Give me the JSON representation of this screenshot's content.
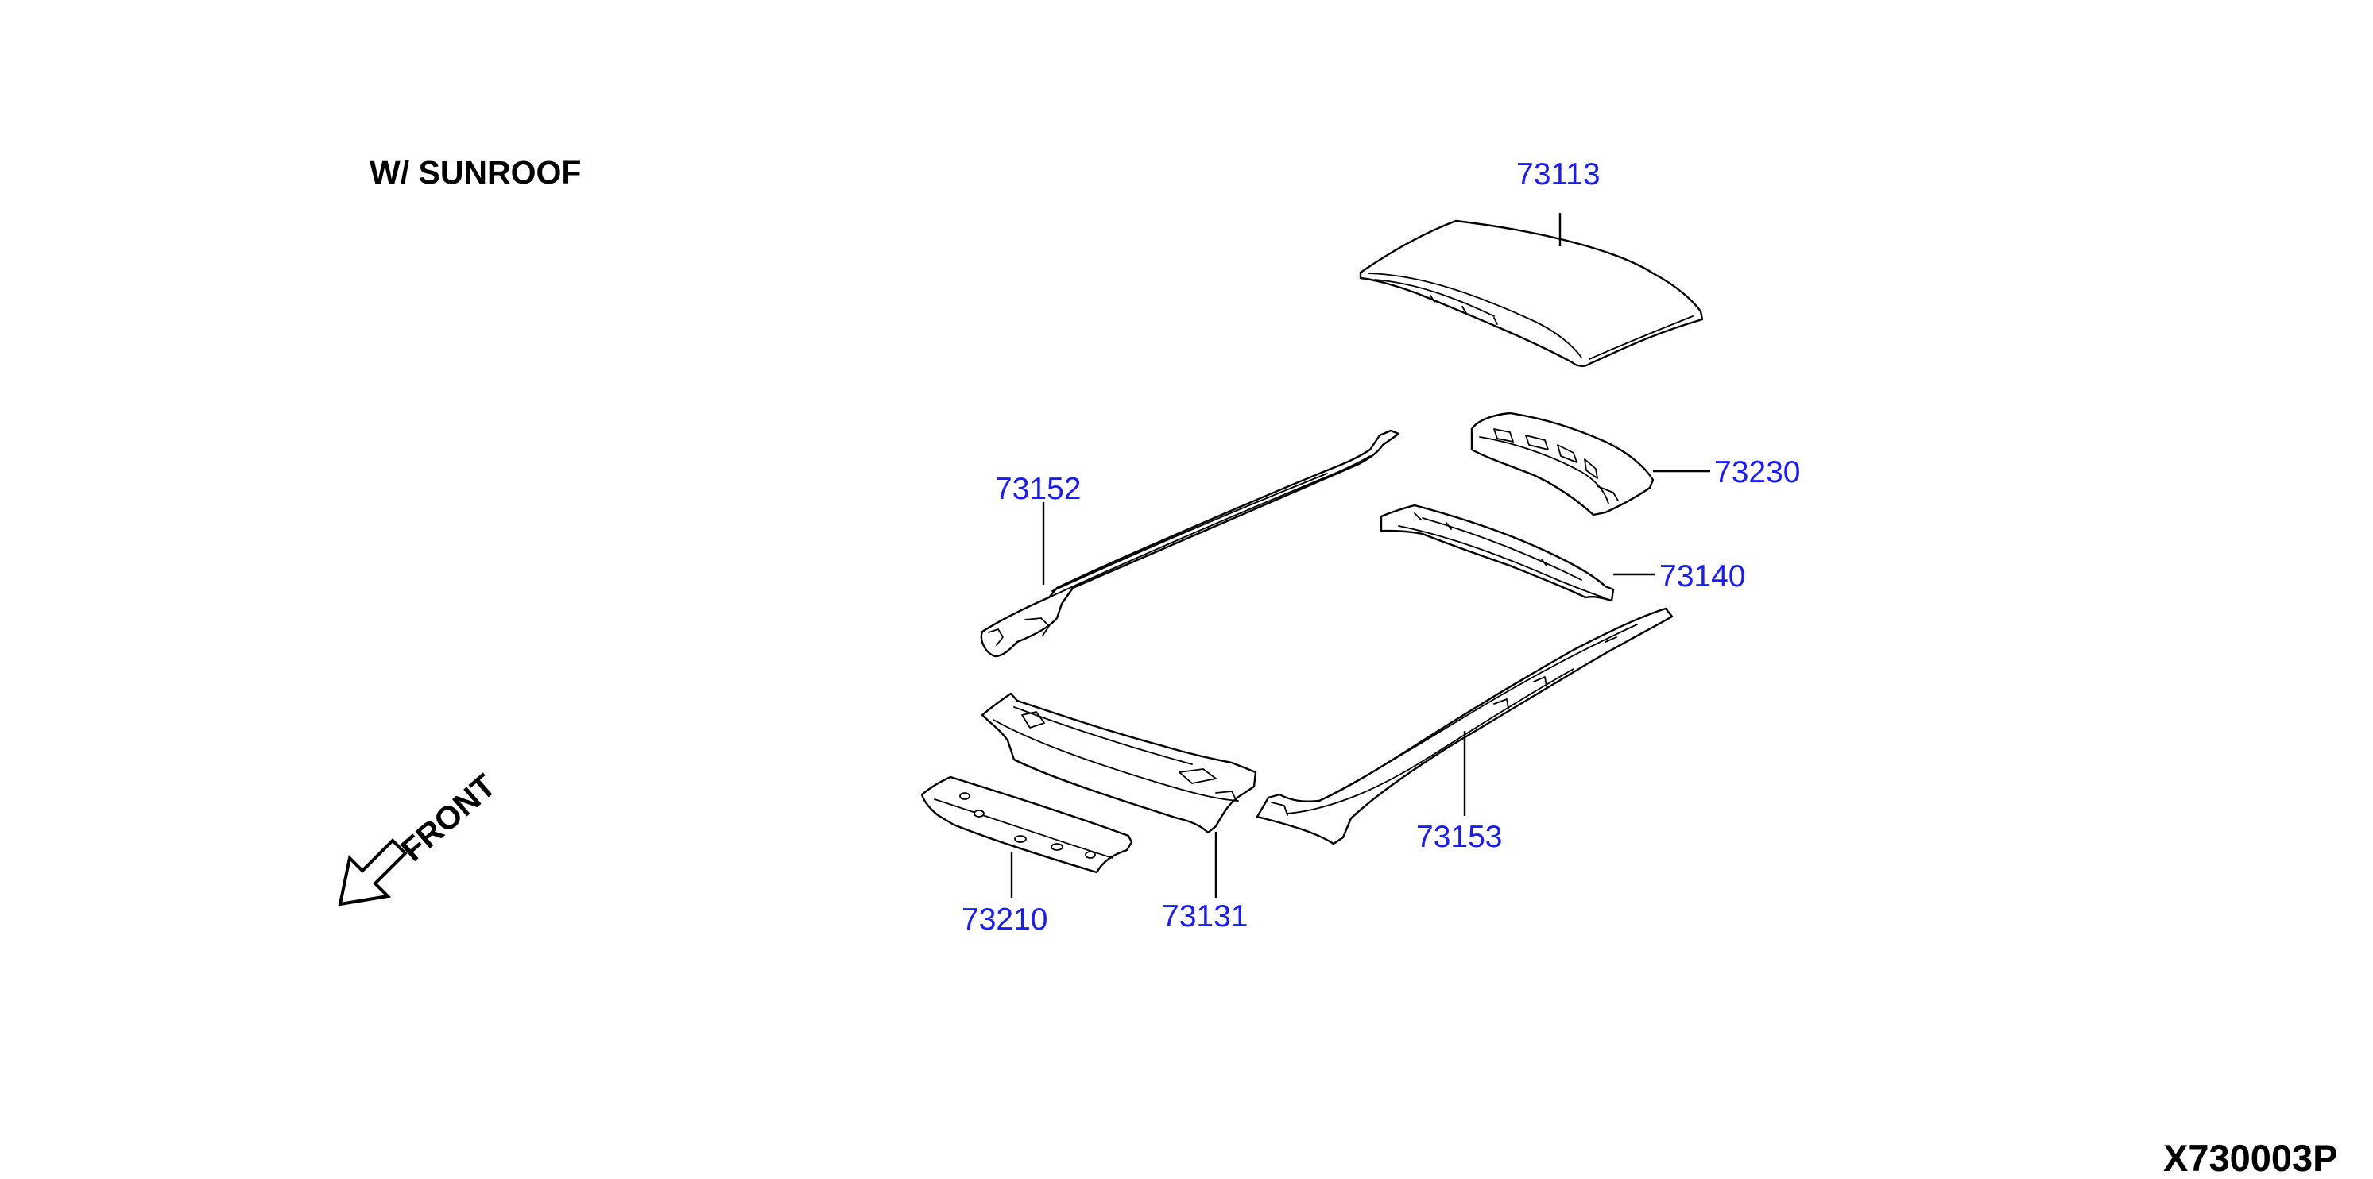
{
  "heading": "W/ SUNROOF",
  "diagram_code": "X730003P",
  "front_label": "FRONT",
  "parts": [
    {
      "id": "roof-panel",
      "number": "73113"
    },
    {
      "id": "roof-rail-left",
      "number": "73152"
    },
    {
      "id": "rear-roof-bow",
      "number": "73230"
    },
    {
      "id": "center-roof-bow",
      "number": "73140"
    },
    {
      "id": "roof-rail-right",
      "number": "73153"
    },
    {
      "id": "front-roof-rail",
      "number": "73131"
    },
    {
      "id": "front-roof-bow",
      "number": "73210"
    }
  ]
}
